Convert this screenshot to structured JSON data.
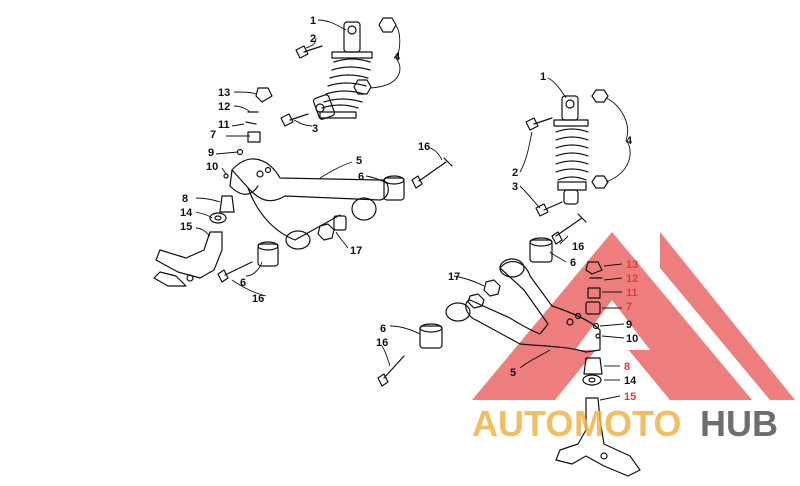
{
  "diagram": {
    "left_assembly": {
      "callouts": [
        {
          "id": "l1",
          "text": "1"
        },
        {
          "id": "l2",
          "text": "2"
        },
        {
          "id": "l3",
          "text": "3"
        },
        {
          "id": "l4",
          "text": "4"
        },
        {
          "id": "l5",
          "text": "5"
        },
        {
          "id": "l6a",
          "text": "6"
        },
        {
          "id": "l6b",
          "text": "6"
        },
        {
          "id": "l7",
          "text": "7"
        },
        {
          "id": "l8",
          "text": "8"
        },
        {
          "id": "l9",
          "text": "9"
        },
        {
          "id": "l10",
          "text": "10"
        },
        {
          "id": "l11",
          "text": "11"
        },
        {
          "id": "l12",
          "text": "12"
        },
        {
          "id": "l13",
          "text": "13"
        },
        {
          "id": "l14",
          "text": "14"
        },
        {
          "id": "l15",
          "text": "15"
        },
        {
          "id": "l16a",
          "text": "16"
        },
        {
          "id": "l16b",
          "text": "16"
        },
        {
          "id": "l17",
          "text": "17"
        }
      ]
    },
    "right_assembly": {
      "callouts": [
        {
          "id": "r1",
          "text": "1"
        },
        {
          "id": "r2",
          "text": "2"
        },
        {
          "id": "r3",
          "text": "3"
        },
        {
          "id": "r4",
          "text": "4"
        },
        {
          "id": "r5",
          "text": "5"
        },
        {
          "id": "r6a",
          "text": "6"
        },
        {
          "id": "r6b",
          "text": "6"
        },
        {
          "id": "r7",
          "text": "7"
        },
        {
          "id": "r8",
          "text": "8"
        },
        {
          "id": "r9",
          "text": "9"
        },
        {
          "id": "r10",
          "text": "10"
        },
        {
          "id": "r11",
          "text": "11"
        },
        {
          "id": "r12",
          "text": "12"
        },
        {
          "id": "r13",
          "text": "13"
        },
        {
          "id": "r14",
          "text": "14"
        },
        {
          "id": "r15",
          "text": "15"
        },
        {
          "id": "r16a",
          "text": "16"
        },
        {
          "id": "r16b",
          "text": "16"
        },
        {
          "id": "r17",
          "text": "17"
        }
      ]
    }
  },
  "watermark": {
    "part1": "AUTO",
    "part2": "MOTO",
    "part3": "HUB",
    "colors": {
      "accent": "#f2b24a",
      "red": "#e23b3b",
      "dark": "#555555"
    }
  }
}
